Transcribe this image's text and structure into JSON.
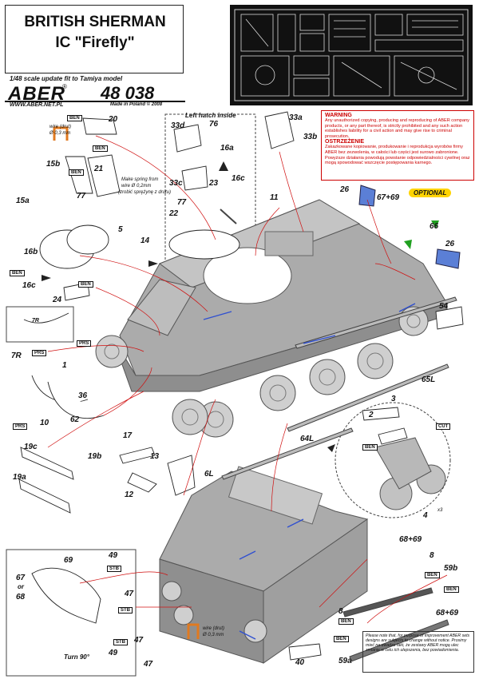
{
  "header": {
    "title_line1": "BRITISH SHERMAN",
    "title_line2": "IC \"Firefly\"",
    "scale_note": "1/48 scale update fit to Tamiya model",
    "brand": "ABER",
    "brand_mark": "®",
    "kit_number": "48 038",
    "url": "WWW.ABER.NET.PL",
    "made_in": "Made in Poland © 2008"
  },
  "warning": {
    "heading_en": "WARNING",
    "text_en": "Any unauthorized copying, producing and reproducing of ABER company products, or any part thereof, is strictly prohibited and any such action establishes liability for a civil action and may give rise to criminal prosecution.",
    "heading_pl": "OSTRZEŻENIE",
    "text_pl": "Zakazkowane kopiowanie, produkowanie i reprodukcja wyrobów firmy ABER bez zezwolenia, w całości lub części jest surowo zabronione. Powyższe działania powodują powstanie odpowiedzialności cywilnej oraz mogą spowodować wszczęcie postępowania karnego."
  },
  "optional_label": "OPTIONAL",
  "insets": {
    "left_hatch": "Left hatch inside",
    "turn": "Turn 90°",
    "cut": "CUT"
  },
  "notes": {
    "wire_a1": "wire (drut)",
    "wire_a2": "Ø 0,3 mm",
    "spring1": "Make spring from",
    "spring2": "wire Ø 0,2mm",
    "spring3": "(zrobić sprężynę z drutu)",
    "wire_b1": "wire (drut)",
    "wire_b2": "Ø 0,3 mm",
    "x3": "x3",
    "footer": "Please note that, for purpose of improvement ABER sets designs are subjects to change without notice. Prosimy mieć na uwadze fakt, że zestawy ABER mogą ulec zmianie w celu ich ulepszenia, bez powiadomienia."
  },
  "tags": [
    "BEN",
    "BEN",
    "BEN",
    "BEN",
    "BEN",
    "PRS",
    "PRS",
    "PRS",
    "STB",
    "STB",
    "STB",
    "BEN",
    "BEN",
    "BEN",
    "BEN",
    "BEN"
  ],
  "parts": [
    "20",
    "21",
    "77",
    "15b",
    "15a",
    "5",
    "14",
    "16b",
    "16c",
    "24",
    "7R",
    "1",
    "36",
    "10",
    "62",
    "19c",
    "19b",
    "19a",
    "13",
    "12",
    "17",
    "6L",
    "64L",
    "65L",
    "54",
    "2",
    "3",
    "4",
    "33d",
    "76",
    "16a",
    "16c",
    "33c",
    "23",
    "22",
    "77",
    "33a",
    "33b",
    "11",
    "26",
    "67+69",
    "66",
    "26",
    "69",
    "67",
    "or",
    "68",
    "49",
    "47",
    "49",
    "47",
    "47",
    "40",
    "68+69",
    "8",
    "59b",
    "8",
    "59a",
    "68+69",
    "7R"
  ]
}
